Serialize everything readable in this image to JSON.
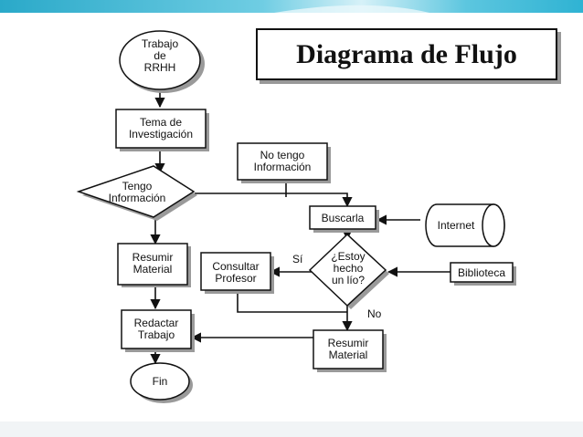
{
  "slide": {
    "title": "Diagrama de Flujo",
    "accent_color": "#31b8d6"
  },
  "diagram": {
    "nodes": {
      "start": [
        "Trabajo",
        "de",
        "RRHH"
      ],
      "topic": [
        "Tema de",
        "Investigación"
      ],
      "have_info": [
        "Tengo",
        "Información"
      ],
      "no_info": [
        "No tengo",
        "Información"
      ],
      "search": [
        "Buscarla"
      ],
      "internet": [
        "Internet"
      ],
      "summarize_left": [
        "Resumir",
        "Material"
      ],
      "consult": [
        "Consultar",
        "Profesor"
      ],
      "in_trouble": [
        "¿Estoy",
        "hecho",
        "un lío?"
      ],
      "library": [
        "Biblioteca"
      ],
      "write": [
        "Redactar",
        "Trabajo"
      ],
      "summarize_bottom": [
        "Resumir",
        "Material"
      ],
      "end": [
        "Fin"
      ]
    },
    "edge_labels": {
      "yes": "Sí",
      "no": "No"
    }
  }
}
